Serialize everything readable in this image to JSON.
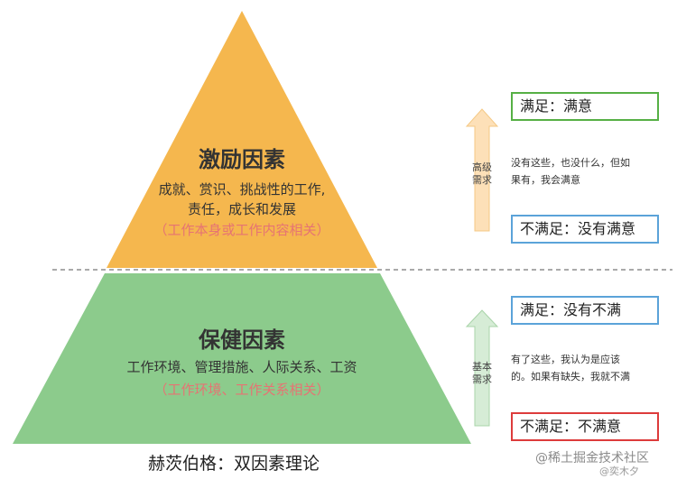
{
  "top_section": {
    "title": "激励因素",
    "desc_line1": "成就、赏识、挑战性的工作,",
    "desc_line2": "责任，成长和发展",
    "note": "（工作本身或工作内容相关）",
    "arrow_label_line1": "高级",
    "arrow_label_line2": "需求",
    "side_note_line1": "没有这些，也没什么，但如",
    "side_note_line2": "果有，我会满意",
    "satisfied_label": "满足：满意",
    "unsatisfied_label": "不满足：没有满意"
  },
  "bottom_section": {
    "title": "保健因素",
    "desc_line1": "工作环境、管理措施、人际关系、工资",
    "note": "（工作环境、工作关系相关）",
    "arrow_label_line1": "基本",
    "arrow_label_line2": "需求",
    "side_note_line1": "有了这些，我认为是应该",
    "side_note_line2": "的。如果有缺失，我就不满",
    "satisfied_label": "满足：没有不满",
    "unsatisfied_label": "不满足：不满意"
  },
  "caption": "赫茨伯格：双因素理论",
  "watermark": "@稀土掘金技术社区",
  "watermark_author": "@奕木夕",
  "colors": {
    "top_fill": "#f5b74e",
    "bottom_fill": "#8ccb8c",
    "arrow_top": "#fde0b8",
    "arrow_bottom": "#d6ecd6",
    "note_text": "#e67373",
    "box_green": "#56b045",
    "box_blue": "#5ba3d9",
    "box_red": "#dd3b3b"
  }
}
